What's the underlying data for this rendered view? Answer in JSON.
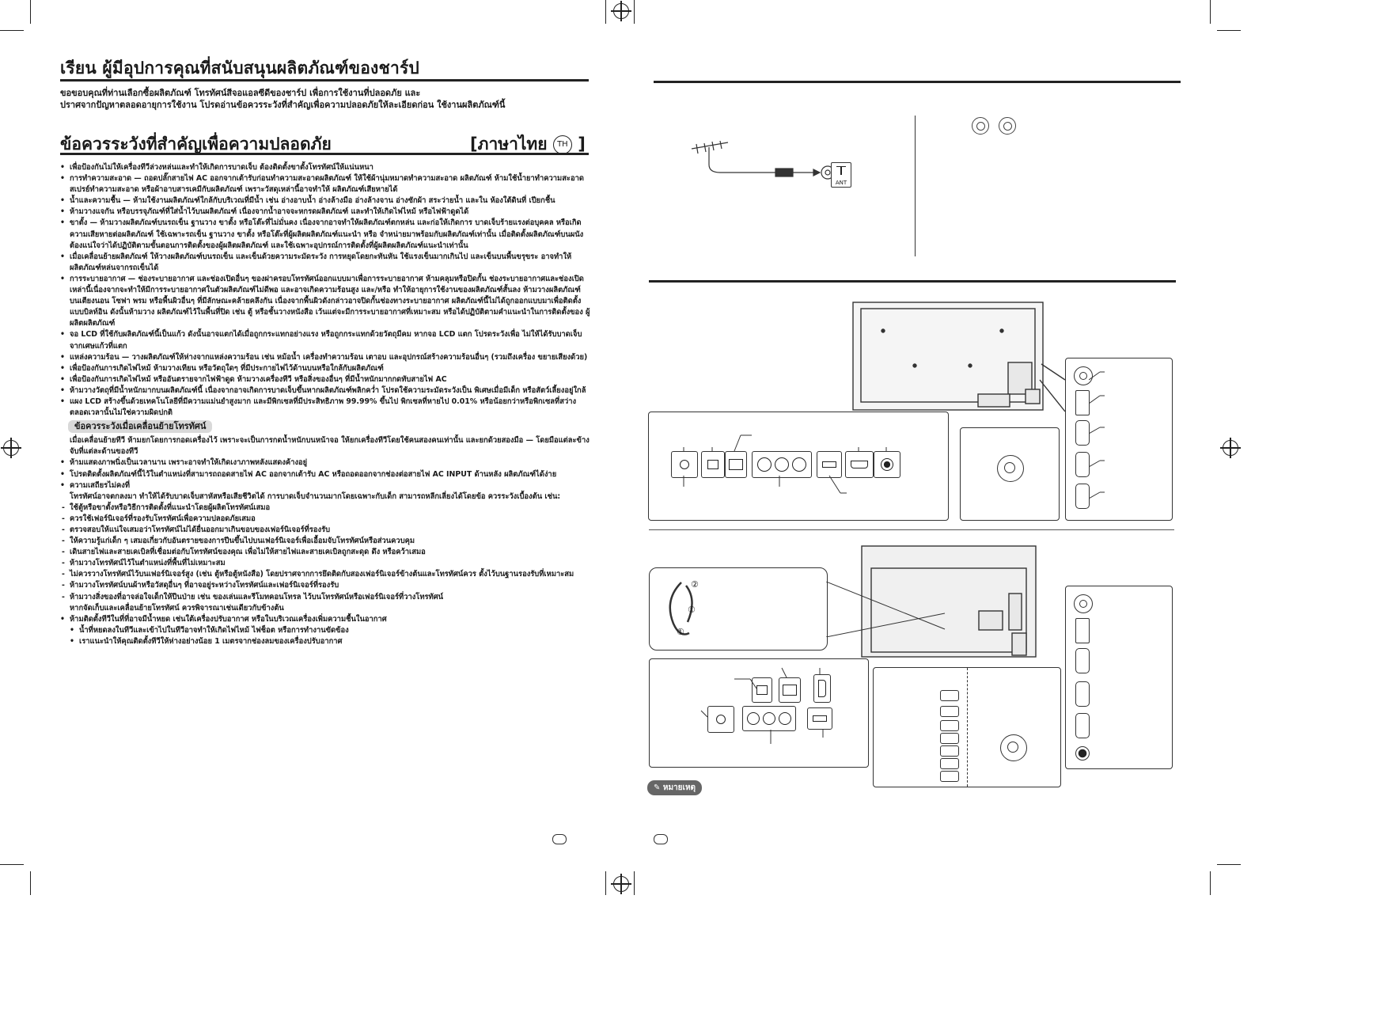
{
  "left_page": {
    "title": "เรียน ผู้มีอุปการคุณที่สนับสนุนผลิตภัณฑ์ของชาร์ป",
    "intro_lines": [
      "ขอขอบคุณที่ท่านเลือกซื้อผลิตภัณฑ์ โทรทัศน์สีจอแอลซีดีของชาร์ป เพื่อการใช้งานที่ปลอดภัย และ",
      "ปราศจากปัญหาตลอดอายุการใช้งาน โปรดอ่านข้อควรระวังที่สำคัญเพื่อความปลอดภัยให้ละเอียดก่อน ใช้งานผลิตภัณฑ์นี้"
    ],
    "section_title": "ข้อควรระวังที่สำคัญเพื่อความปลอดภัย",
    "language_label": "[ภาษาไทย",
    "language_code": "TH",
    "language_close": "]",
    "bullets": [
      "เพื่อป้องกันไม่ให้เครื่องทีวีล่วงหล่นและทำให้เกิดการบาดเจ็บ ต้องติดตั้งขาตั้งโทรทัศน์ให้แน่นหนา",
      "การทำความสะอาด — ถอดปลั๊กสายไฟ AC ออกจากเต้ารับก่อนทำความสะอาดผลิตภัณฑ์ ให้ใช้ผ้านุ่มหมาดทำความสะอาด ผลิตภัณฑ์ ห้ามใช้น้ำยาทำความสะอาด สเปรย์ทำความสะอาด หรือผ้าอาบสารเคมีกับผลิตภัณฑ์ เพราะวัสดุเหล่านี้อาจทำให้ ผลิตภัณฑ์เสียหายได้",
      "น้ำและความชื้น — ห้ามใช้งานผลิตภัณฑ์ใกล้กับบริเวณที่มีน้ำ เช่น อ่างอาบน้ำ อ่างล้างมือ อ่างล้างจาน อ่างซักผ้า สระว่ายน้ำ และใน ห้องใต้ดินที่ เปียกชื้น",
      "ห้ามวางแจกัน หรือบรรจุภัณฑ์ที่ใส่น้ำไว้บนผลิตภัณฑ์ เนื่องจากน้ำอาจจะหกรดผลิตภัณฑ์ และทำให้เกิดไฟไหม้ หรือไฟฟ้าดูดได้",
      "ขาตั้ง — ห้ามวางผลิตภัณฑ์บนรถเข็น ฐานวาง ขาตั้ง หรือโต๊ะที่ไม่มั่นคง เนื่องจากอาจทำให้ผลิตภัณฑ์ตกหล่น และก่อให้เกิดการ บาดเจ็บร้ายแรงต่อบุคคล หรือเกิดความเสียหายต่อผลิตภัณฑ์ ใช้เฉพาะรถเข็น ฐานวาง ขาตั้ง หรือโต๊ะที่ผู้ผลิตผลิตภัณฑ์แนะนำ หรือ จำหน่ายมาพร้อมกับผลิตภัณฑ์เท่านั้น เมื่อติดตั้งผลิตภัณฑ์บนผนัง ต้องแน่ใจว่าได้ปฏิบัติตามขั้นตอนการติดตั้งของผู้ผลิตผลิตภัณฑ์ และใช้เฉพาะอุปกรณ์การติดตั้งที่ผู้ผลิตผลิตภัณฑ์แนะนำเท่านั้น",
      "เมื่อเคลื่อนย้ายผลิตภัณฑ์ ให้วางผลิตภัณฑ์บนรถเข็น และเข็นด้วยความระมัดระวัง การหยุดโดยกะทันหัน ใช้แรงเข็นมากเกินไป และเข็นบนพื้นขรุขระ อาจทำให้ผลิตภัณฑ์หล่นจากรถเข็นได้",
      "การระบายอากาศ — ช่องระบายอากาศ และช่องเปิดอื่นๆ ของฝาครอบโทรทัศน์ออกแบบมาเพื่อการระบายอากาศ ห้ามคลุมหรือปิดกั้น ช่องระบายอากาศและช่องเปิดเหล่านี้เนื่องจากจะทำให้มีการระบายอากาศในตัวผลิตภัณฑ์ไม่ดีพอ และอาจเกิดความร้อนสูง และ/หรือ ทำให้อายุการใช้งานของผลิตภัณฑ์สั้นลง ห้ามวางผลิตภัณฑ์บนเตียงนอน โซฟา พรม หรือพื้นผิวอื่นๆ ที่มีลักษณะคล้ายคลึงกัน เนื่องจากพื้นผิวดังกล่าวอาจปิดกั้นช่องทางระบายอากาศ ผลิตภัณฑ์นี้ไม่ได้ถูกออกแบบมาเพื่อติดตั้งแบบบิลท์อิน ดังนั้นห้ามวาง ผลิตภัณฑ์ไว้ในพื้นที่ปิด เช่น ตู้ หรือชั้นวางหนังสือ เว้นแต่จะมีการระบายอากาศที่เหมาะสม หรือได้ปฏิบัติตามคำแนะนำในการติดตั้งของ ผู้ผลิตผลิตภัณฑ์",
      "จอ LCD ที่ใช้กับผลิตภัณฑ์นี้เป็นแก้ว ดังนั้นอาจแตกได้เมื่อถูกกระแทกอย่างแรง หรือถูกกระแทกด้วยวัตถุมีคม หากจอ LCD แตก โปรดระวังเพื่อ ไม่ให้ได้รับบาดเจ็บจากเศษแก้วที่แตก",
      "แหล่งความร้อน — วางผลิตภัณฑ์ให้ห่างจากแหล่งความร้อน เช่น หม้อน้ำ เครื่องทำความร้อน เตาอบ และอุปกรณ์สร้างความร้อนอื่นๆ (รวมถึงเครื่อง ขยายเสียงด้วย)",
      "เพื่อป้องกันการเกิดไฟไหม้ ห้ามวางเทียน หรือวัตถุใดๆ ที่มีประกายไฟไว้ด้านบนหรือใกล้กับผลิตภัณฑ์",
      "เพื่อป้องกันการเกิดไฟไหม้ หรืออันตรายจากไฟฟ้าดูด ห้ามวางเครื่องทีวี หรือสิ่งของอื่นๆ ที่มีน้ำหนักมากกดทับสายไฟ AC",
      "ห้ามวางวัตถุที่มีน้ำหนักมากบนผลิตภัณฑ์นี้ เนื่องจากอาจเกิดการบาดเจ็บขึ้นหากผลิตภัณฑ์พลิกคว่ำ โปรดใช้ความระมัดระวังเป็น พิเศษเมื่อมีเด็ก หรือสัตว์เลี้ยงอยู่ใกล้",
      "แผง LCD สร้างขึ้นด้วยเทคโนโลยีที่มีความแม่นยำสูงมาก และมีพิกเซลที่มีประสิทธิภาพ 99.99% ขึ้นไป พิกเซลที่หายไป 0.01% หรือน้อยกว่าหรือพิกเซลที่สว่างตลอดเวลานั้นไม่ใช่ความผิดปกติ"
    ],
    "moving_title": "ข้อควรระวังเมื่อเคลื่อนย้ายโทรทัศน์",
    "moving_text": "เมื่อเคลื่อนย้ายทีวี ห้ามยกโดยการกอดเครื่องไว้ เพราะจะเป็นการกดน้ำหนักบนหน้าจอ ให้ยกเครื่องทีวีโดยใช้คนสองคนเท่านั้น และยกด้วยสองมือ — โดยมือแต่ละข้างจับที่แต่ละด้านของทีวี",
    "bullets2": [
      "ห้ามแสดงภาพนิ่งเป็นเวลานาน เพราะอาจทำให้เกิดเงาภาพหลังแสดงค้างอยู่",
      "โปรดติดตั้งผลิตภัณฑ์นี้ไว้ในตำแหน่งที่สามารถถอดสายไฟ AC ออกจากเต้ารับ AC หรือถอดออกจากช่องต่อสายไฟ AC INPUT ด้านหลัง ผลิตภัณฑ์ได้ง่าย"
    ],
    "stability_title": "ความเสถียรไม่คงที่",
    "stability_text": "โทรทัศน์อาจตกลงมา ทำให้ได้รับบาดเจ็บสาหัสหรือเสียชีวิตได้ การบาดเจ็บจำนวนมากโดยเฉพาะกับเด็ก สามารถหลีกเลี่ยงได้โดยข้อ ควรระวังเบื้องต้น เช่น:",
    "stability_items": [
      "ใช้ตู้หรือขาตั้งหรือวิธีการติดตั้งที่แนะนำโดยผู้ผลิตโทรทัศน์เสมอ",
      "ควรใช้เฟอร์นิเจอร์ที่รองรับโทรทัศน์เพื่อความปลอดภัยเสมอ",
      "ตรวจสอบให้แน่ใจเสมอว่าโทรทัศน์ไม่ได้ยื่นออกมาเกินขอบของเฟอร์นิเจอร์ที่รองรับ",
      "ให้ความรู้แก่เด็ก ๆ เสมอเกี่ยวกับอันตรายของการปีนขึ้นไปบนเฟอร์นิเจอร์เพื่อเอื้อมจับโทรทัศน์หรือส่วนควบคุม",
      "เดินสายไฟและสายเคเบิลที่เชื่อมต่อกับโทรทัศน์ของคุณ เพื่อไม่ให้สายไฟและสายเคเบิลถูกสะดุด ดึง หรือคว้าเสมอ",
      "ห้ามวางโทรทัศน์ไว้ในตำแหน่งที่พื้นที่ไม่เหมาะสม",
      "ไม่ควรวางโทรทัศน์ไว้บนเฟอร์นิเจอร์สูง (เช่น ตู้หรือตู้หนังสือ) โดยปราศจากการยึดติดกับสองเฟอร์นิเจอร์ข้างต้นและโทรทัศน์ควร ตั้งไว้บนฐานรองรับที่เหมาะสม",
      "ห้ามวางโทรทัศน์บนผ้าหรือวัสดุอื่นๆ ที่อาจอยู่ระหว่างโทรทัศน์และเฟอร์นิเจอร์ที่รองรับ",
      "ห้ามวางสิ่งของที่อาจล่อใจเด็กให้ปีนป่าย เช่น ของเล่นและรีโมทคอนโทรล ไว้บนโทรทัศน์หรือเฟอร์นิเจอร์ที่วางโทรทัศน์"
    ],
    "stability_footer": "หากจัดเก็บและเคลื่อนย้ายโทรทัศน์ ควรพิจารณาเช่นเดียวกับข้างต้น",
    "bullets3": [
      "ห้ามติดตั้งทีวีในที่ที่อาจมีน้ำหยด เช่นใต้เครื่องปรับอากาศ หรือในบริเวณเครื่องเพิ่มความชื้นในอากาศ"
    ],
    "bullets3_sub": [
      "น้ำที่หยดลงในทีวีและเข้าไปในทีวีอาจทำให้เกิดไฟไหม้ ไฟช็อต หรือการทำงานขัดข้อง",
      "เราแนะนำให้คุณติดตั้งทีวีให้ห่างอย่างน้อย 1 เมตรจากช่องลมของเครื่องปรับอากาศ"
    ]
  },
  "right_page": {
    "ant_label": "ANT",
    "circle_labels": [
      "②",
      "①",
      "①"
    ],
    "note_label": "หมายเหตุ"
  }
}
